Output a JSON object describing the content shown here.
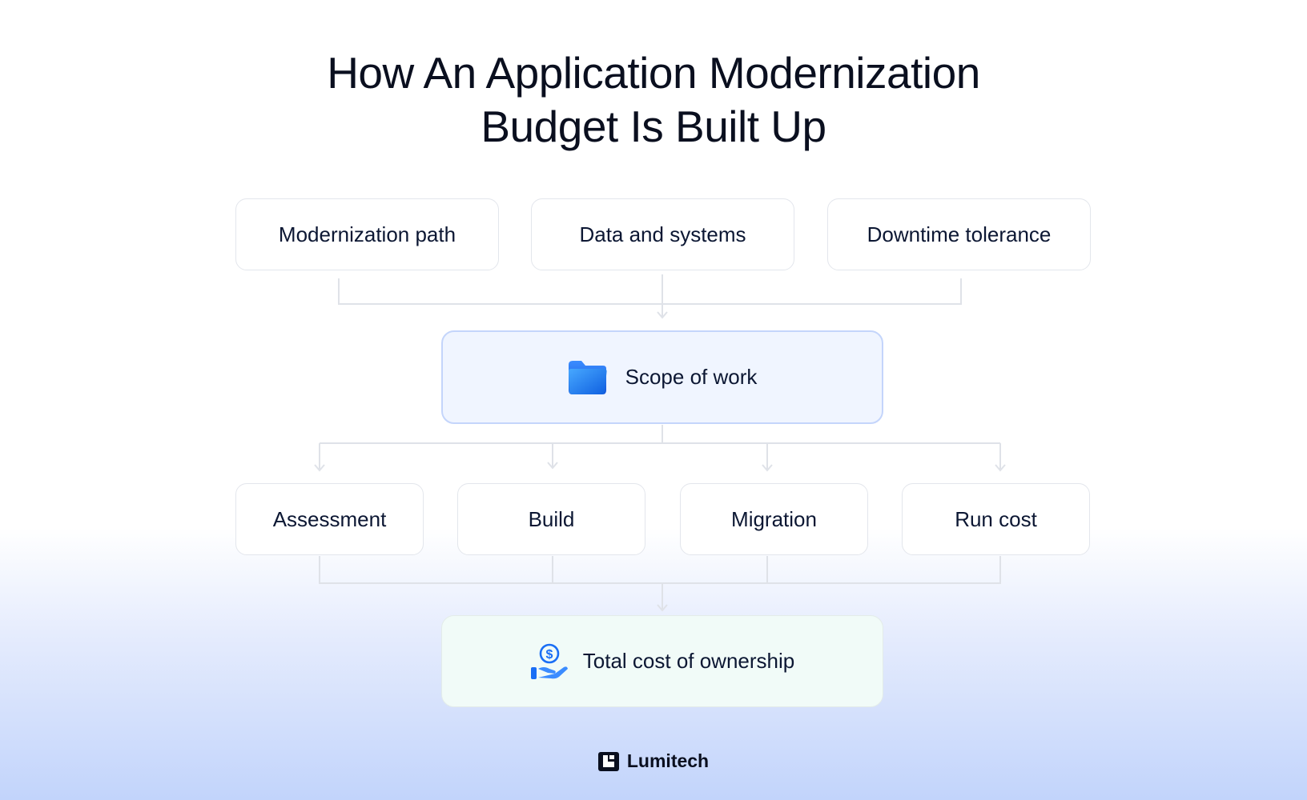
{
  "title": {
    "line1": "How An Application Modernization",
    "line2": "Budget Is Built Up"
  },
  "inputs": [
    {
      "label": "Modernization path"
    },
    {
      "label": "Data and systems"
    },
    {
      "label": "Downtime tolerance"
    }
  ],
  "scope": {
    "label": "Scope of work",
    "icon": "folder-icon"
  },
  "phases": [
    {
      "label": "Assessment"
    },
    {
      "label": "Build"
    },
    {
      "label": "Migration"
    },
    {
      "label": "Run cost"
    }
  ],
  "total": {
    "label": "Total cost of ownership",
    "icon": "hand-dollar-icon"
  },
  "brand": {
    "name": "Lumitech",
    "icon": "lumitech-logo-icon"
  },
  "colors": {
    "accent": "#1a6ef5",
    "scope_fill": "#f0f5ff",
    "tco_fill": "#f1fbf8",
    "connector": "#dfe2e8"
  }
}
